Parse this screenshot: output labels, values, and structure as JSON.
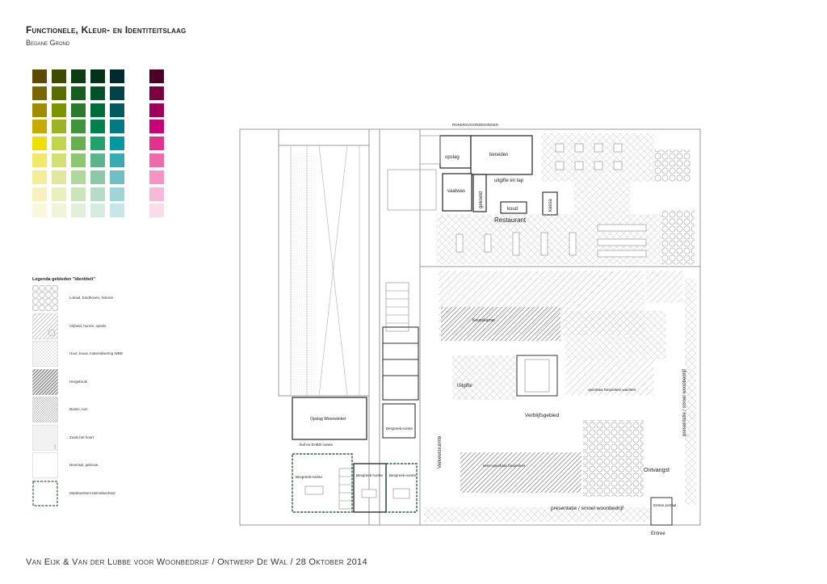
{
  "header": {
    "title": "Functionele, Kleur- en Identiteitslaag",
    "subtitle": "Begane Grond"
  },
  "footer": {
    "text": "Van Eijk & Van der Lubbe voor Woonbedrijf / Ontwerp De Wal / 28 Oktober 2014"
  },
  "palette": {
    "columns": [
      [
        "#5b4a00",
        "#7a6600",
        "#a08c00",
        "#c6ab00",
        "#f0e000",
        "#f2e86a",
        "#f4ee98",
        "#f7f2bd",
        "#faf7dc"
      ],
      [
        "#3f4c00",
        "#5a6d00",
        "#7c9400",
        "#9cb423",
        "#c3d64a",
        "#d4e074",
        "#e0e8a0",
        "#e9efbd",
        "#f1f5d8"
      ],
      [
        "#0a3d12",
        "#185e20",
        "#2a7a2e",
        "#3f9440",
        "#66b052",
        "#8dc670",
        "#b1d79a",
        "#cce4bb",
        "#e2efda"
      ],
      [
        "#003318",
        "#00522a",
        "#006b3b",
        "#00804e",
        "#23a06b",
        "#5cb48a",
        "#8dc9a9",
        "#b6dbc6",
        "#d6ece0"
      ],
      [
        "#002a2e",
        "#004348",
        "#005a60",
        "#007a80",
        "#0098a0",
        "#38aab0",
        "#6fc0c4",
        "#a0d4d7",
        "#c8e6e8"
      ]
    ],
    "accent_column": [
      "#4a0026",
      "#7b0040",
      "#a0005a",
      "#c80077",
      "#e6308f",
      "#ee6aaa",
      "#f394c1",
      "#f7bad6",
      "#fbdae9"
    ]
  },
  "legend": {
    "title": "Legenda gebieden \"Identiteit\"",
    "items": [
      {
        "label": "Lokaal, Eindhoven, historie"
      },
      {
        "label": "Vrijheid, humor, speels"
      },
      {
        "label": "Hout, bouw, materialisering WBD"
      },
      {
        "label": "Hergebruik"
      },
      {
        "label": "Buiten, tuin"
      },
      {
        "label": "Zoals het hoort"
      },
      {
        "label": "Neutraal, gebouw"
      },
      {
        "label": "Medewerkers betrokkenheid"
      }
    ]
  },
  "plan": {
    "labels": {
      "rooker": "ROKERSVOORZIENINGEN",
      "opslag": "opslag",
      "bereiden": "bereiden",
      "uitgifte_tap": "uitgifte en tap",
      "vaatwas": "vaatwas",
      "gekoeld": "gekoeld",
      "koud": "koud",
      "kassa": "kassa",
      "restaurant": "Restaurant",
      "keuzekamer": "Keuzekamer",
      "uitgifte": "Uitgifte",
      "verblijfsgebied": "Verblijfsgebied",
      "verkeersruimte": "Verkeersruimte",
      "ontvangst": "Ontvangst",
      "presentatie_v": "presentatie / smoel woonbedrijf",
      "presentatie_h": "presentatie / smoel woonbedrijf",
      "entree_portaal": "Entree portaal",
      "entree": "Entree",
      "opslag_woonwinkel": "Opslag Woonwinkel",
      "koffie_ehbo": "koif en EHBO ruimte",
      "bespreek_1": "Bespreek-ruimte",
      "bespreek_2": "Bespreek-ruimte",
      "bespreek_3": "Bespreek-ruimte",
      "bespreek_4": "Bespreek-ruimte",
      "semi_open": "semi-openbaar bespreken",
      "openbaar": "openbaar bespreken wachten"
    }
  }
}
